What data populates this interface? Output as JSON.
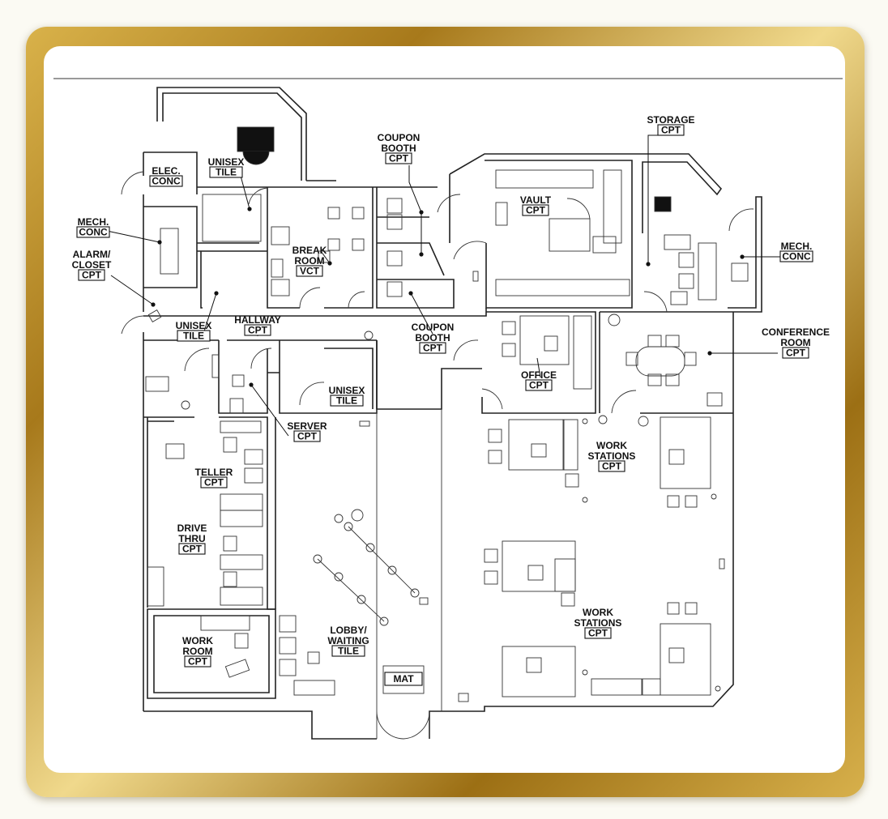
{
  "plan": {
    "labels": [
      {
        "id": "unisex-tile-top",
        "lines": [
          "UNISEX"
        ],
        "tag": "TILE"
      },
      {
        "id": "elec-conc",
        "lines": [
          "ELEC."
        ],
        "tag": "CONC"
      },
      {
        "id": "mech-conc-left",
        "lines": [
          "MECH."
        ],
        "tag": "CONC"
      },
      {
        "id": "alarm-closet",
        "lines": [
          "ALARM/",
          "CLOSET"
        ],
        "tag": "CPT"
      },
      {
        "id": "coupon-booth-top",
        "lines": [
          "COUPON",
          "BOOTH"
        ],
        "tag": "CPT"
      },
      {
        "id": "break-room",
        "lines": [
          "BREAK",
          "ROOM"
        ],
        "tag": "VCT"
      },
      {
        "id": "vault",
        "lines": [
          "VAULT"
        ],
        "tag": "CPT"
      },
      {
        "id": "storage",
        "lines": [
          "STORAGE"
        ],
        "tag": "CPT"
      },
      {
        "id": "mech-conc-right",
        "lines": [
          "MECH."
        ],
        "tag": "CONC"
      },
      {
        "id": "unisex-tile-left",
        "lines": [
          "UNISEX"
        ],
        "tag": "TILE"
      },
      {
        "id": "hallway",
        "lines": [
          "HALLWAY"
        ],
        "tag": "CPT"
      },
      {
        "id": "coupon-booth-mid",
        "lines": [
          "COUPON",
          "BOOTH"
        ],
        "tag": "CPT"
      },
      {
        "id": "conference-room",
        "lines": [
          "CONFERENCE",
          "ROOM"
        ],
        "tag": "CPT"
      },
      {
        "id": "office",
        "lines": [
          "OFFICE"
        ],
        "tag": "CPT"
      },
      {
        "id": "unisex-tile-mid",
        "lines": [
          "UNISEX"
        ],
        "tag": "TILE"
      },
      {
        "id": "server",
        "lines": [
          "SERVER"
        ],
        "tag": "CPT"
      },
      {
        "id": "work-stations-upper",
        "lines": [
          "WORK",
          "STATIONS"
        ],
        "tag": "CPT"
      },
      {
        "id": "teller",
        "lines": [
          "TELLER"
        ],
        "tag": "CPT"
      },
      {
        "id": "drive-thru",
        "lines": [
          "DRIVE",
          "THRU"
        ],
        "tag": "CPT"
      },
      {
        "id": "work-stations-lower",
        "lines": [
          "WORK",
          "STATIONS"
        ],
        "tag": "CPT"
      },
      {
        "id": "lobby-waiting",
        "lines": [
          "LOBBY/",
          "WAITING"
        ],
        "tag": "TILE"
      },
      {
        "id": "work-room",
        "lines": [
          "WORK",
          "ROOM"
        ],
        "tag": "CPT"
      }
    ],
    "mat_label": "MAT"
  }
}
